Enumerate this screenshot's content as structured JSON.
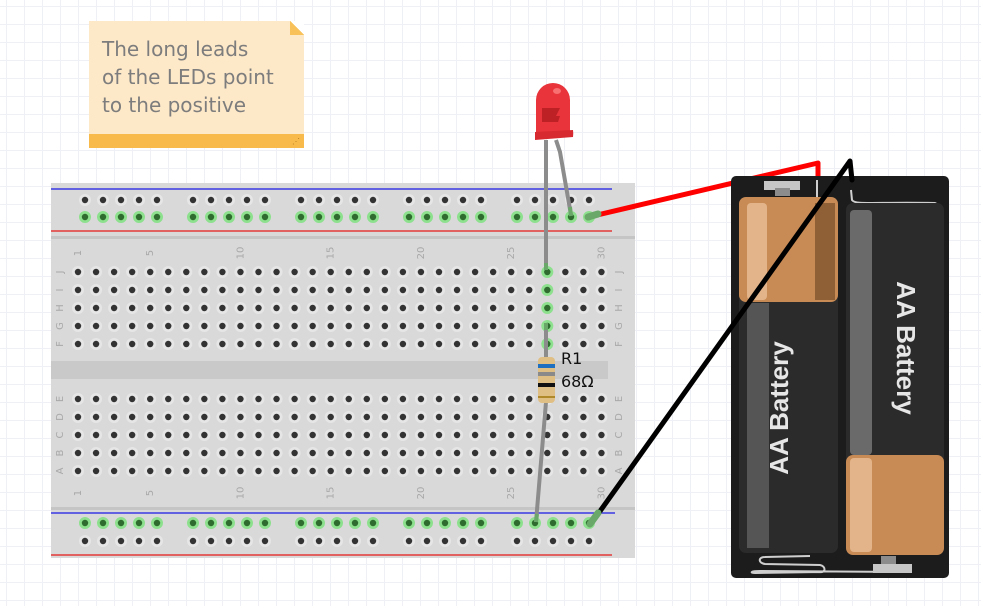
{
  "note": {
    "lines": [
      "The long leads",
      "of the LEDs point",
      "to the positive"
    ]
  },
  "breadboard": {
    "columns": 30,
    "top_rows": [
      "J",
      "I",
      "H",
      "G",
      "F"
    ],
    "bottom_rows": [
      "E",
      "D",
      "C",
      "B",
      "A"
    ],
    "column_labels": [
      "1",
      "5",
      "10",
      "15",
      "20",
      "25",
      "30"
    ],
    "rail_line_colors": {
      "negative": "#1a1ae6",
      "positive": "#e61a1a"
    },
    "active_hole_color": "#8de08d"
  },
  "components": {
    "led": {
      "color": "red",
      "body_color": "#e8343a"
    },
    "resistor": {
      "label": "R1",
      "value": "68Ω"
    },
    "battery_pack": {
      "cells": [
        "AA Battery",
        "AA Battery"
      ]
    }
  },
  "wires": [
    {
      "name": "positive-wire",
      "color": "#ff0000"
    },
    {
      "name": "negative-wire",
      "color": "#000000"
    }
  ]
}
